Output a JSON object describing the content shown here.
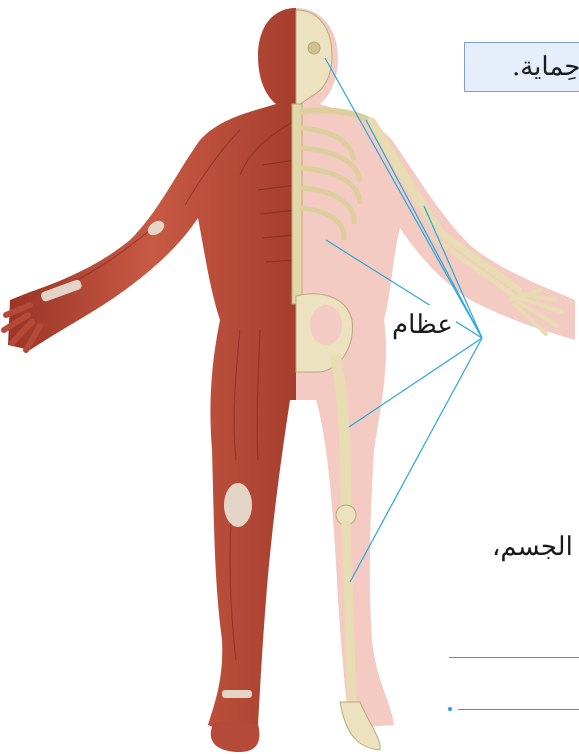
{
  "caption": {
    "text": "وحِماية."
  },
  "figure": {
    "bones_label": "عظام",
    "pointer_color": "#29a6de"
  },
  "text": {
    "body_word": "الجسم،"
  },
  "colors": {
    "muscle": "#b44a37",
    "bone": "#e9dfb8",
    "silhouette": "#f2c8bf",
    "caption_bg": "#e6eefb",
    "caption_border": "#7f9fd6",
    "answer_line": "#2aa3da"
  }
}
